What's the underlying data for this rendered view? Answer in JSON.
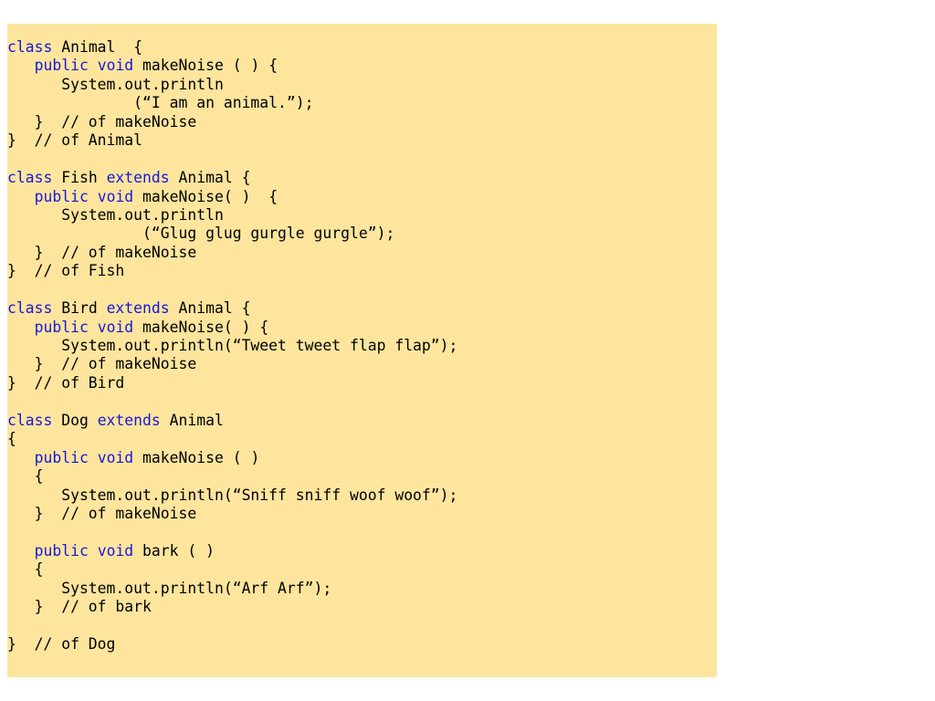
{
  "colors": {
    "background": "#ffffff",
    "panel": "#fde59e",
    "keyword": "#1818d8",
    "text": "#000000"
  },
  "code_lines": [
    [
      [
        "kw",
        "class"
      ],
      [
        "p",
        " Animal  {"
      ]
    ],
    [
      [
        "p",
        "   "
      ],
      [
        "kw",
        "public"
      ],
      [
        "p",
        " "
      ],
      [
        "kw",
        "void"
      ],
      [
        "p",
        " makeNoise ( ) {"
      ]
    ],
    [
      [
        "p",
        "      System.out.println"
      ]
    ],
    [
      [
        "p",
        "              (“I am an animal.”);"
      ]
    ],
    [
      [
        "p",
        "   }  // of makeNoise"
      ]
    ],
    [
      [
        "p",
        "}  // of Animal"
      ]
    ],
    [
      [
        "p",
        ""
      ]
    ],
    [
      [
        "kw",
        "class"
      ],
      [
        "p",
        " Fish "
      ],
      [
        "kw",
        "extends"
      ],
      [
        "p",
        " Animal {"
      ]
    ],
    [
      [
        "p",
        "   "
      ],
      [
        "kw",
        "public"
      ],
      [
        "p",
        " "
      ],
      [
        "kw",
        "void"
      ],
      [
        "p",
        " makeNoise( )  {"
      ]
    ],
    [
      [
        "p",
        "      System.out.println"
      ]
    ],
    [
      [
        "p",
        "               (“Glug glug gurgle gurgle”);"
      ]
    ],
    [
      [
        "p",
        "   }  // of makeNoise"
      ]
    ],
    [
      [
        "p",
        "}  // of Fish"
      ]
    ],
    [
      [
        "p",
        ""
      ]
    ],
    [
      [
        "kw",
        "class"
      ],
      [
        "p",
        " Bird "
      ],
      [
        "kw",
        "extends"
      ],
      [
        "p",
        " Animal {"
      ]
    ],
    [
      [
        "p",
        "   "
      ],
      [
        "kw",
        "public"
      ],
      [
        "p",
        " "
      ],
      [
        "kw",
        "void"
      ],
      [
        "p",
        " makeNoise( ) {"
      ]
    ],
    [
      [
        "p",
        "      System.out.println(“Tweet tweet flap flap”);"
      ]
    ],
    [
      [
        "p",
        "   }  // of makeNoise"
      ]
    ],
    [
      [
        "p",
        "}  // of Bird"
      ]
    ],
    [
      [
        "p",
        ""
      ]
    ],
    [
      [
        "kw",
        "class"
      ],
      [
        "p",
        " Dog "
      ],
      [
        "kw",
        "extends"
      ],
      [
        "p",
        " Animal"
      ]
    ],
    [
      [
        "p",
        "{"
      ]
    ],
    [
      [
        "p",
        "   "
      ],
      [
        "kw",
        "public"
      ],
      [
        "p",
        " "
      ],
      [
        "kw",
        "void"
      ],
      [
        "p",
        " makeNoise ( )"
      ]
    ],
    [
      [
        "p",
        "   {"
      ]
    ],
    [
      [
        "p",
        "      System.out.println(“Sniff sniff woof woof”);"
      ]
    ],
    [
      [
        "p",
        "   }  // of makeNoise"
      ]
    ],
    [
      [
        "p",
        ""
      ]
    ],
    [
      [
        "p",
        "   "
      ],
      [
        "kw",
        "public"
      ],
      [
        "p",
        " "
      ],
      [
        "kw",
        "void"
      ],
      [
        "p",
        " bark ( )"
      ]
    ],
    [
      [
        "p",
        "   {"
      ]
    ],
    [
      [
        "p",
        "      System.out.println(“Arf Arf”);"
      ]
    ],
    [
      [
        "p",
        "   }  // of bark"
      ]
    ],
    [
      [
        "p",
        ""
      ]
    ],
    [
      [
        "p",
        "}  // of Dog"
      ]
    ]
  ]
}
